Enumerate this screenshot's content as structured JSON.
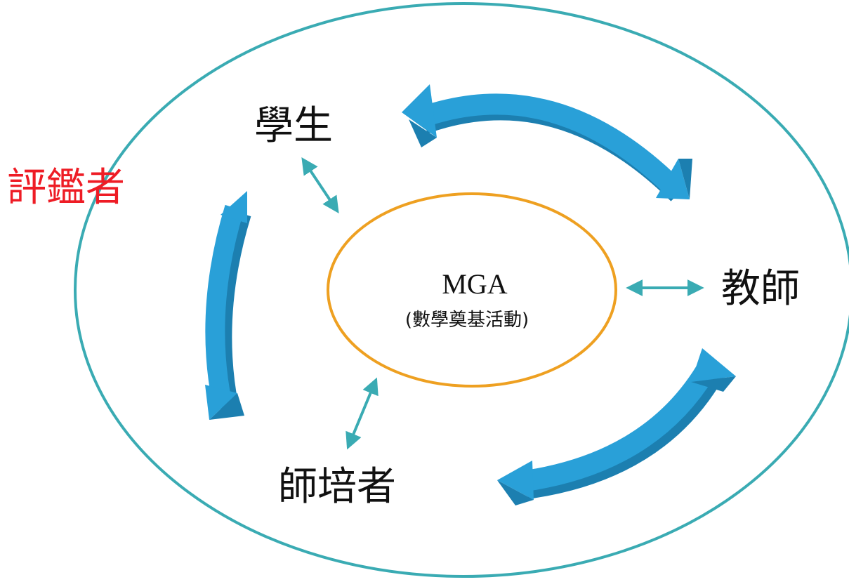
{
  "diagram": {
    "core": {
      "title": "MGA",
      "subtitle": "(數學奠基活動)"
    },
    "roles": {
      "student": "學生",
      "teacher": "教師",
      "teacher_educator": "師培者",
      "evaluator": "評鑑者"
    },
    "colors": {
      "outer_ellipse": "#3aabb3",
      "inner_ellipse": "#eea021",
      "connector_arrows": "#3aabb3",
      "cycle_arrows": "#29a0d8",
      "cycle_arrow_shadow": "#1c7fb0",
      "evaluator_text": "#ee1c25",
      "role_text": "#111111"
    },
    "icons": {
      "cycle_arrow": "curved-double-arrow-icon",
      "connector": "double-headed-arrow-icon"
    }
  }
}
